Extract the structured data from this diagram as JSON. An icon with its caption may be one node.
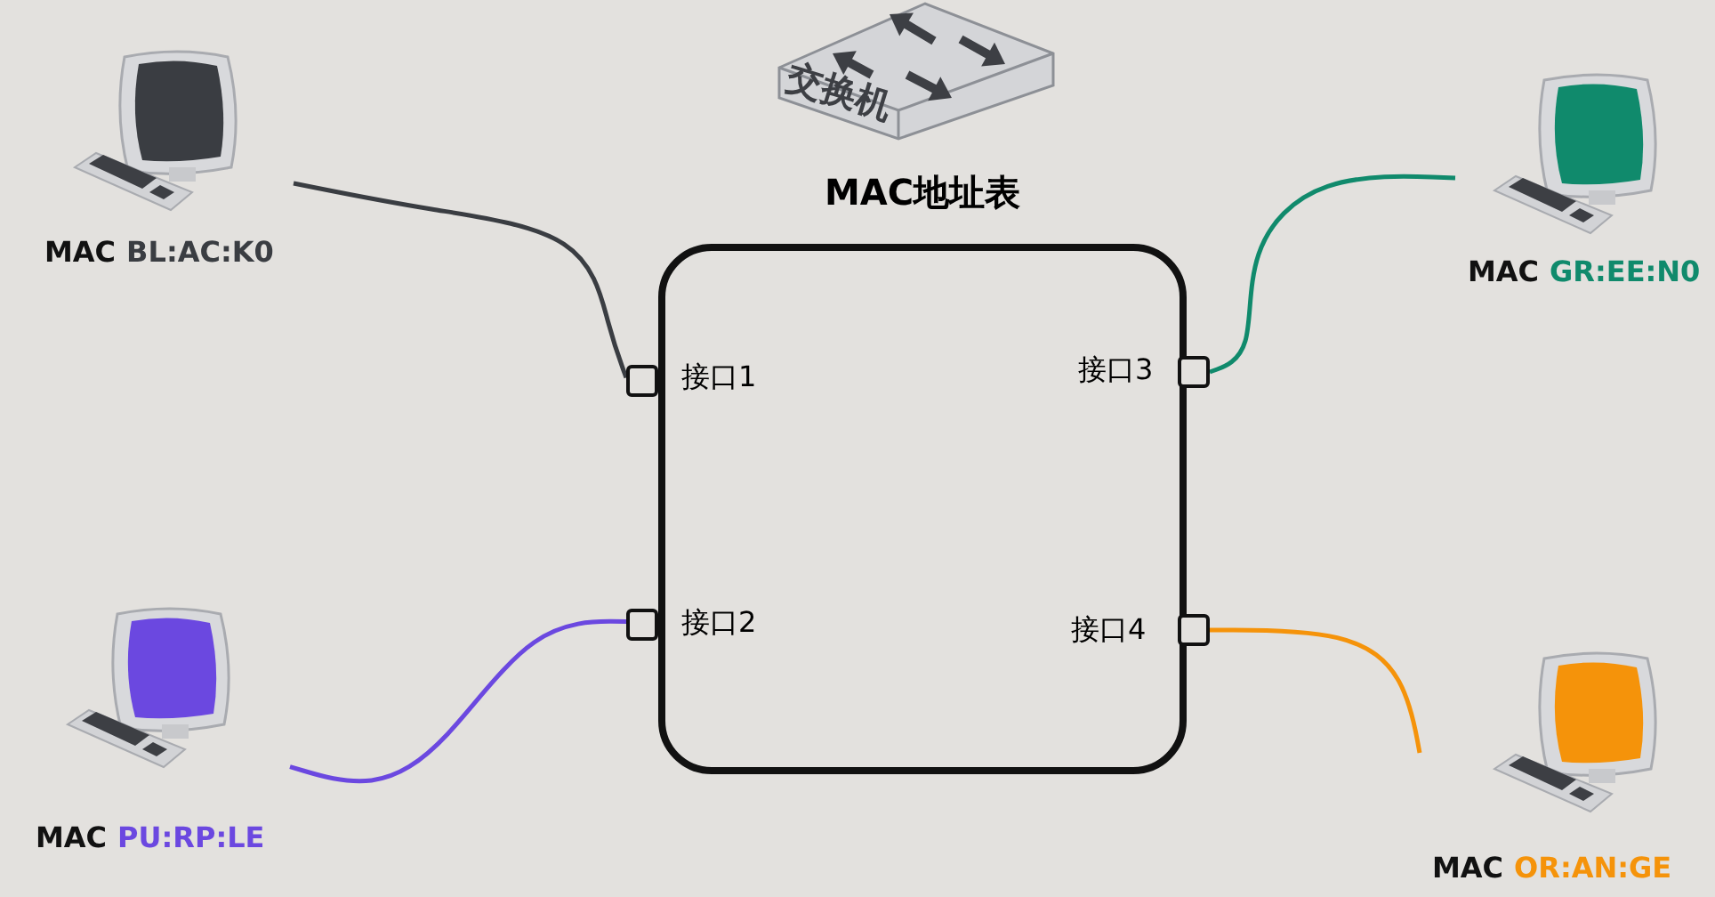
{
  "diagram": {
    "nodes": [
      {
        "text": [
          "MAC地址表"
        ]
      },
      {
        "text": [],
        "shape": "box"
      },
      {
        "text": [],
        "shape": "box"
      },
      {
        "text": [],
        "shape": "box"
      },
      {
        "text": [],
        "shape": "box"
      },
      {
        "text": [
          "MAC",
          "BL:AC:K0"
        ]
      },
      {
        "text": [
          "MAC",
          "PU:RP:LE"
        ]
      },
      {
        "text": [
          "MAC",
          "GR:EE:N0"
        ]
      },
      {
        "text": [
          "MAC",
          "OR:AN:GE"
        ]
      }
    ],
    "edges": [
      {
        "from": 5,
        "to": 1,
        "arrow": "none",
        "color": "#3a3d42"
      },
      {
        "from": 6,
        "to": 2,
        "arrow": "none",
        "color": "#6b48e0"
      },
      {
        "from": 7,
        "to": 3,
        "arrow": "none",
        "color": "#108a6c"
      },
      {
        "from": 8,
        "to": 4,
        "arrow": "none",
        "color": "#f5930a"
      }
    ],
    "labels": [
      "交换机",
      "接口1",
      "接口3",
      "接口2",
      "接口4"
    ]
  }
}
